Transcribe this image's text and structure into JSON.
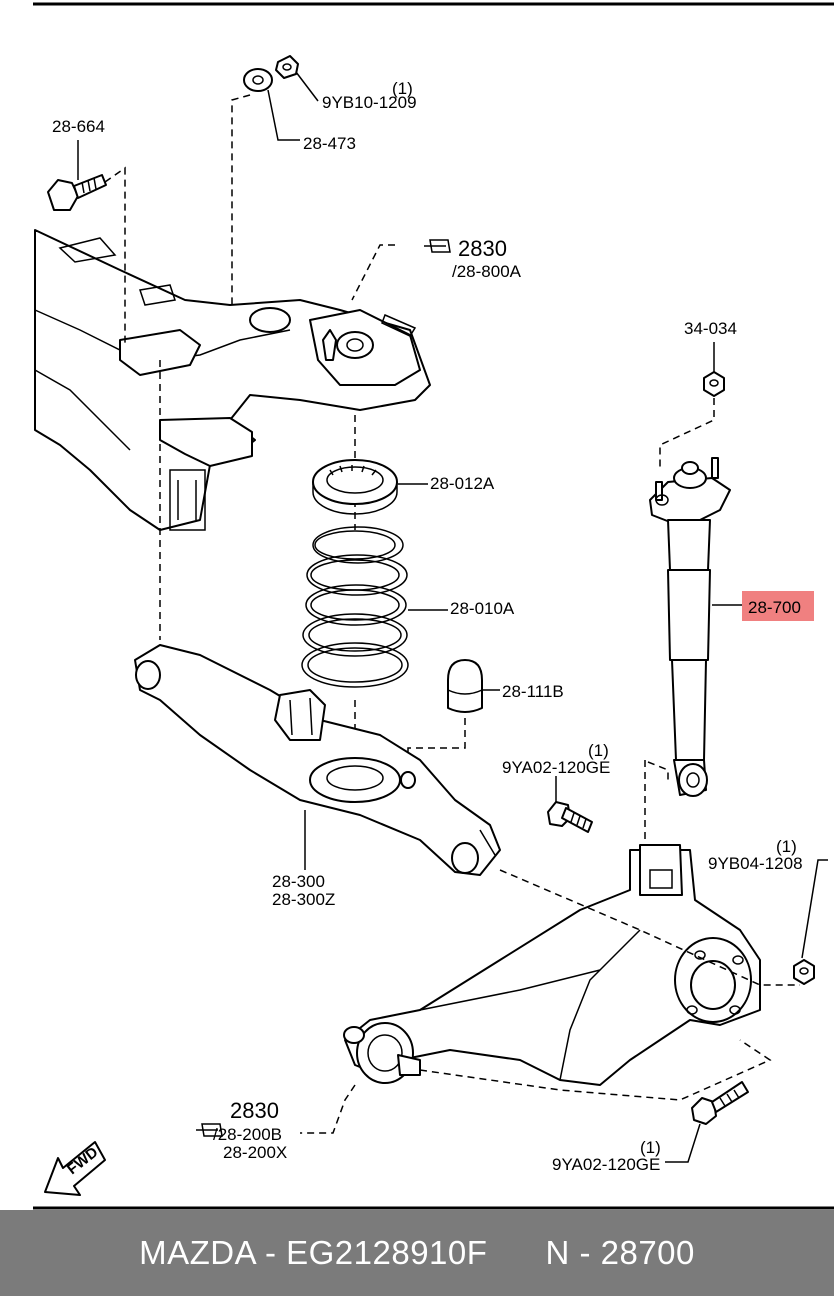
{
  "labels": {
    "nut_top": "9YB10-1209",
    "nut_top_qty": "(1)",
    "washer": "28-473",
    "bolt_left": "28-664",
    "ref_crossmember_num": "2830",
    "ref_crossmember_part": "/28-800A",
    "mount_nut": "34-034",
    "spring_seat": "28-012A",
    "coil_spring": "28-010A",
    "bump_stop": "28-111B",
    "shock_absorber": "28-700",
    "lower_bolt_qty": "(1)",
    "lower_bolt": "9YA02-120GE",
    "lower_arm_a": "28-300",
    "lower_arm_b": "28-300Z",
    "knuckle_nut_qty": "(1)",
    "knuckle_nut": "9YB04-1208",
    "ref_trailing_num": "2830",
    "ref_trailing_part_a": "/28-200B",
    "ref_trailing_part_b": "28-200X",
    "bottom_bolt_qty": "(1)",
    "bottom_bolt": "9YA02-120GE",
    "fwd": "FWD"
  },
  "highlight_color": "#f08080",
  "footer": {
    "brand_part": "MAZDA - EG2128910F",
    "number": "N - 28700"
  }
}
